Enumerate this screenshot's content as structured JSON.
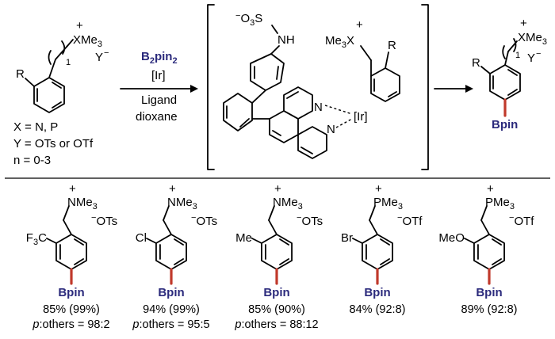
{
  "reaction": {
    "substrate": {
      "X": "X",
      "Me3": "Me",
      "three": "3",
      "plus": "+",
      "Y": "Y",
      "minus": "−",
      "n": "1",
      "R": "R",
      "conditions": [
        "X = N, P",
        "Y = OTs or OTf",
        "n = 0-3"
      ]
    },
    "reagents": {
      "boron": "B",
      "boron_sub": "2",
      "pin": "pin",
      "pin_sub": "2",
      "catalyst": "[Ir]",
      "ligand": "Ligand",
      "solvent": "dioxane"
    },
    "intermediate": {
      "sulfonate": "O",
      "sulfonate_sub": "3",
      "S": "S",
      "NH": "NH",
      "Me3X": "Me",
      "Me3X_sub": "3",
      "X": "X",
      "R": "R",
      "N1": "N",
      "N2": "N",
      "Ir": "[Ir]"
    },
    "product": {
      "X": "X",
      "Me3": "Me",
      "three": "3",
      "Y": "Y",
      "n": "1",
      "R": "R",
      "Bpin": "Bpin"
    }
  },
  "examples": [
    {
      "head": "NMe",
      "sub": "3",
      "counter": "OTs",
      "substituent": "F",
      "subst_sub": "3",
      "subst_tail": "C",
      "bpin": "Bpin",
      "yield": "85% (99%)",
      "selectivity_label": "p",
      "selectivity": ":others = 98:2"
    },
    {
      "head": "NMe",
      "sub": "3",
      "counter": "OTs",
      "substituent": "Cl",
      "subst_sub": "",
      "subst_tail": "",
      "bpin": "Bpin",
      "yield": "94% (99%)",
      "selectivity_label": "p",
      "selectivity": ":others = 95:5"
    },
    {
      "head": "NMe",
      "sub": "3",
      "counter": "OTs",
      "substituent": "Me",
      "subst_sub": "",
      "subst_tail": "",
      "bpin": "Bpin",
      "yield": "85% (90%)",
      "selectivity_label": "p",
      "selectivity": ":others = 88:12"
    },
    {
      "head": "PMe",
      "sub": "3",
      "counter": "OTf",
      "substituent": "Br",
      "subst_sub": "",
      "subst_tail": "",
      "bpin": "Bpin",
      "yield": "84% (92:8)",
      "selectivity_label": "",
      "selectivity": ""
    },
    {
      "head": "PMe",
      "sub": "3",
      "counter": "OTf",
      "substituent": "MeO",
      "subst_sub": "",
      "subst_tail": "",
      "bpin": "Bpin",
      "yield": "89% (92:8)",
      "selectivity_label": "",
      "selectivity": ""
    }
  ],
  "colors": {
    "boron": "#2b2a7c",
    "bond_highlight": "#c0392b"
  }
}
